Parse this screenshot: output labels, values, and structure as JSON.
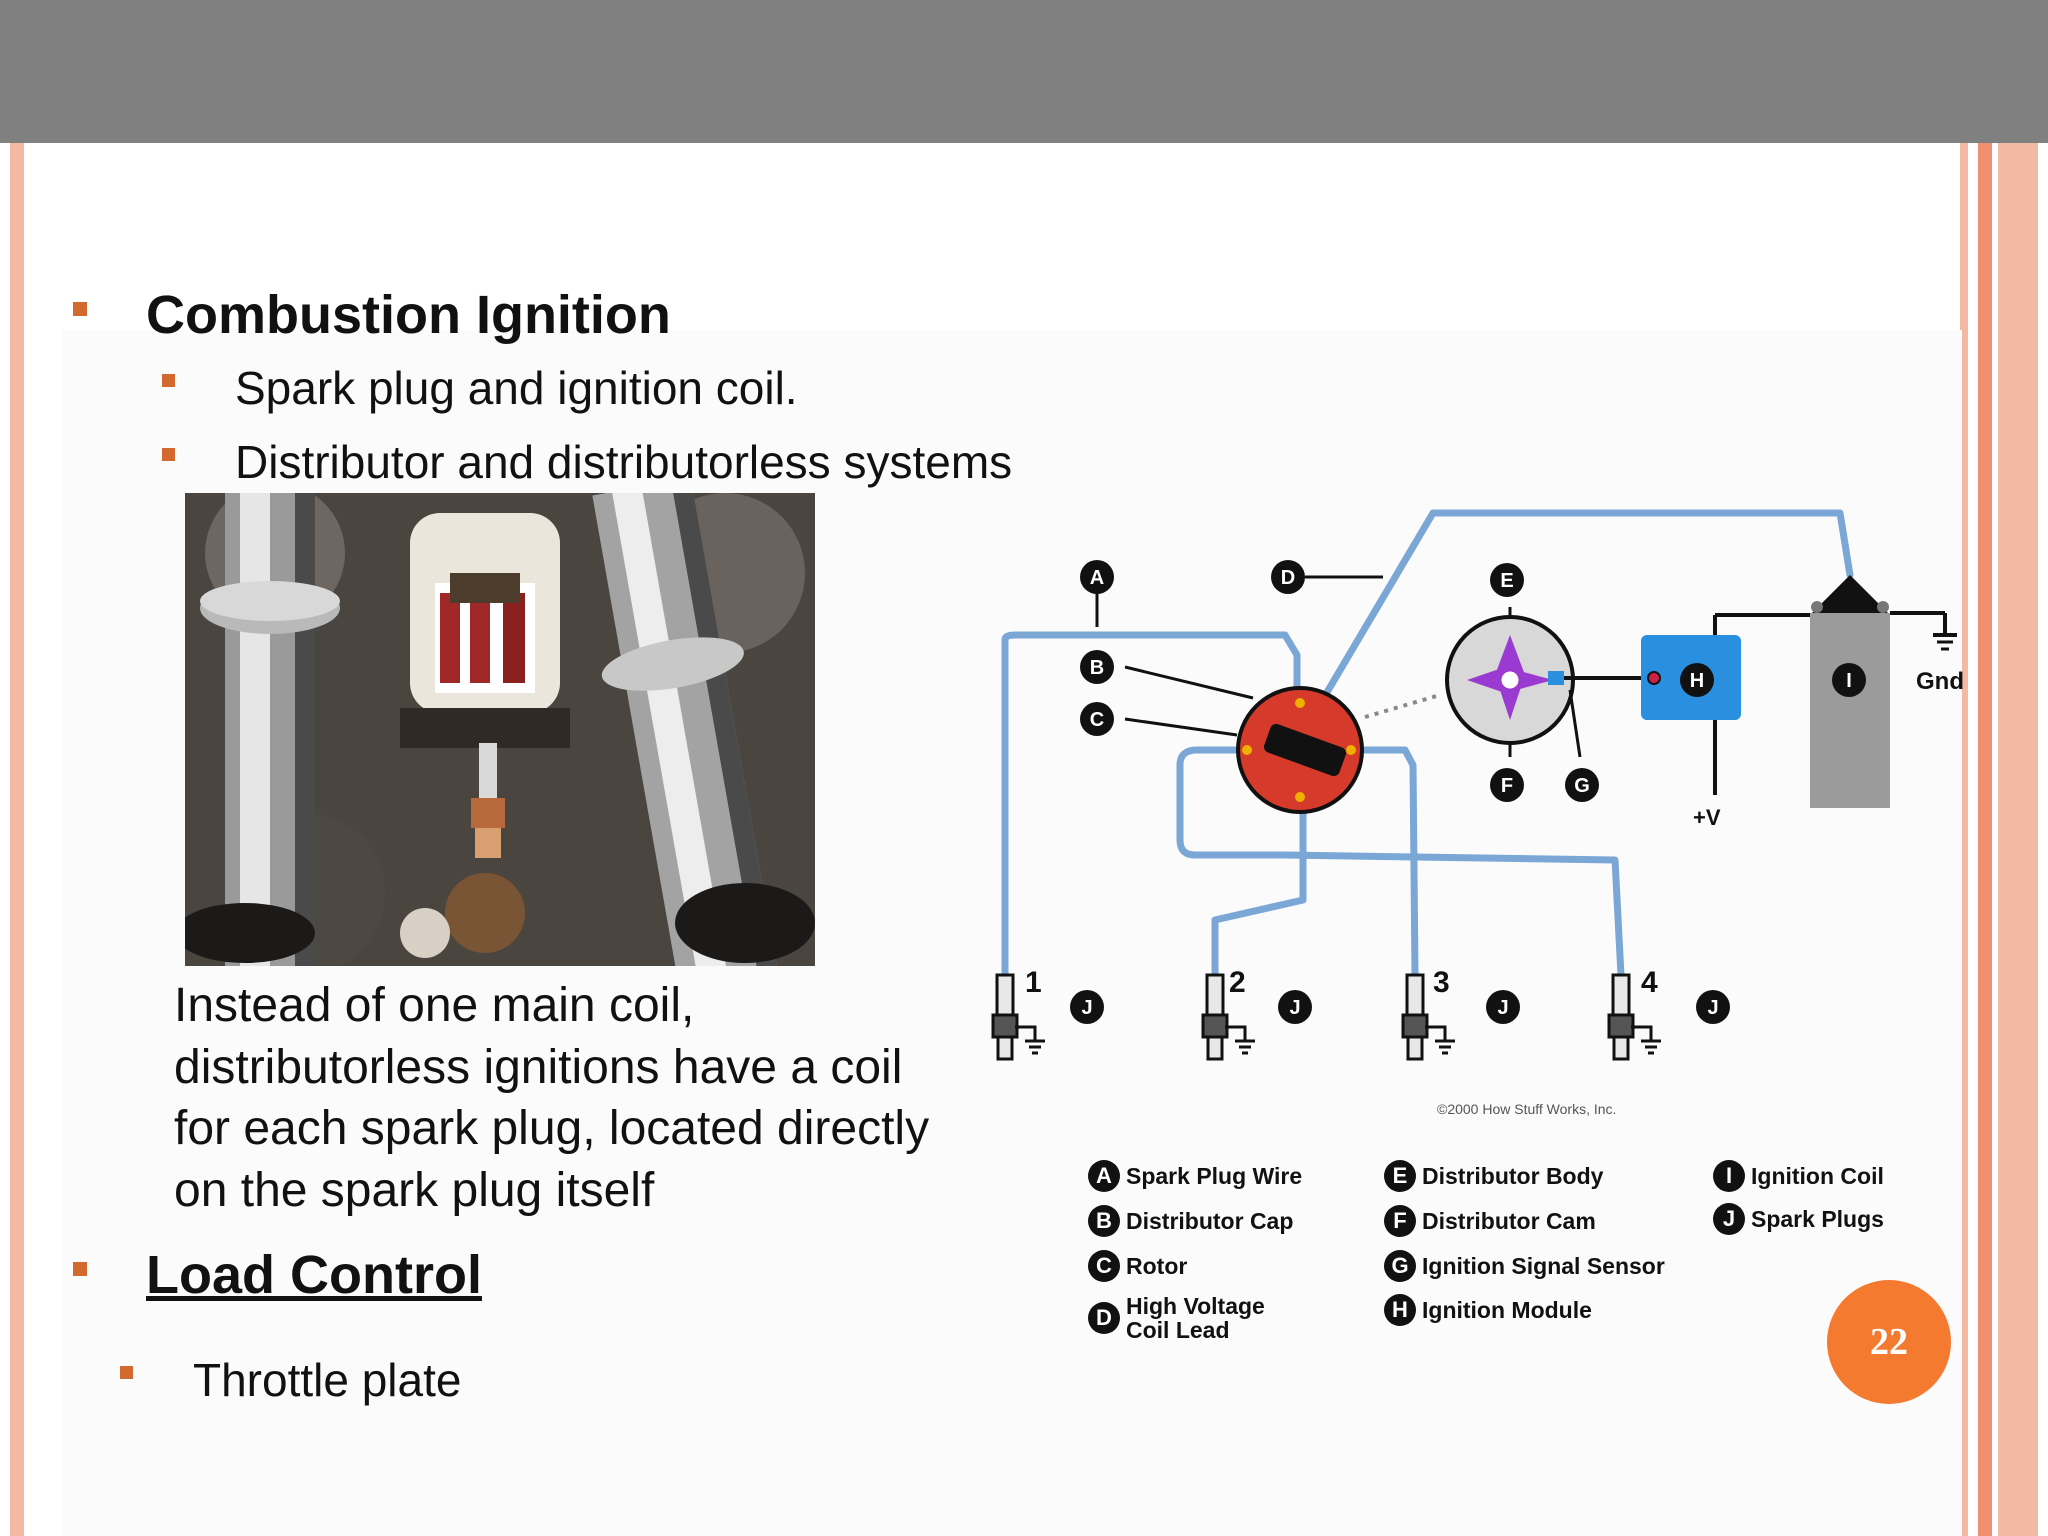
{
  "slide": {
    "heading1": "Combustion Ignition",
    "sub1": "Spark plug and ignition coil.",
    "sub2": "Distributor and distributorless systems",
    "paragraph": "Instead of one main coil, distributorless ignitions have a coil for each spark plug, located directly on the spark plug itself",
    "heading2": "Load Control",
    "sub3": "Throttle plate",
    "page_number": "22"
  },
  "diagram": {
    "markers": [
      "A",
      "B",
      "C",
      "D",
      "E",
      "F",
      "G",
      "H",
      "I",
      "J"
    ],
    "plug_numbers": [
      "1",
      "2",
      "3",
      "4"
    ],
    "gnd_label": "Gnd",
    "plusv_label": "+V",
    "copyright": "©2000 How Stuff Works, Inc.",
    "colors": {
      "wire": "#7aa7d6",
      "rotor": "#d63a2a",
      "module": "#2b8fe0",
      "coil": "#9b9b9b",
      "cam": "#9b3ad0"
    }
  },
  "legend": [
    {
      "key": "A",
      "label": "Spark Plug Wire"
    },
    {
      "key": "B",
      "label": "Distributor Cap"
    },
    {
      "key": "C",
      "label": "Rotor"
    },
    {
      "key": "D",
      "label": "High Voltage\nCoil Lead"
    },
    {
      "key": "E",
      "label": "Distributor Body"
    },
    {
      "key": "F",
      "label": "Distributor Cam"
    },
    {
      "key": "G",
      "label": "Ignition Signal Sensor"
    },
    {
      "key": "H",
      "label": "Ignition Module"
    },
    {
      "key": "I",
      "label": "Ignition Coil"
    },
    {
      "key": "J",
      "label": "Spark Plugs"
    }
  ]
}
